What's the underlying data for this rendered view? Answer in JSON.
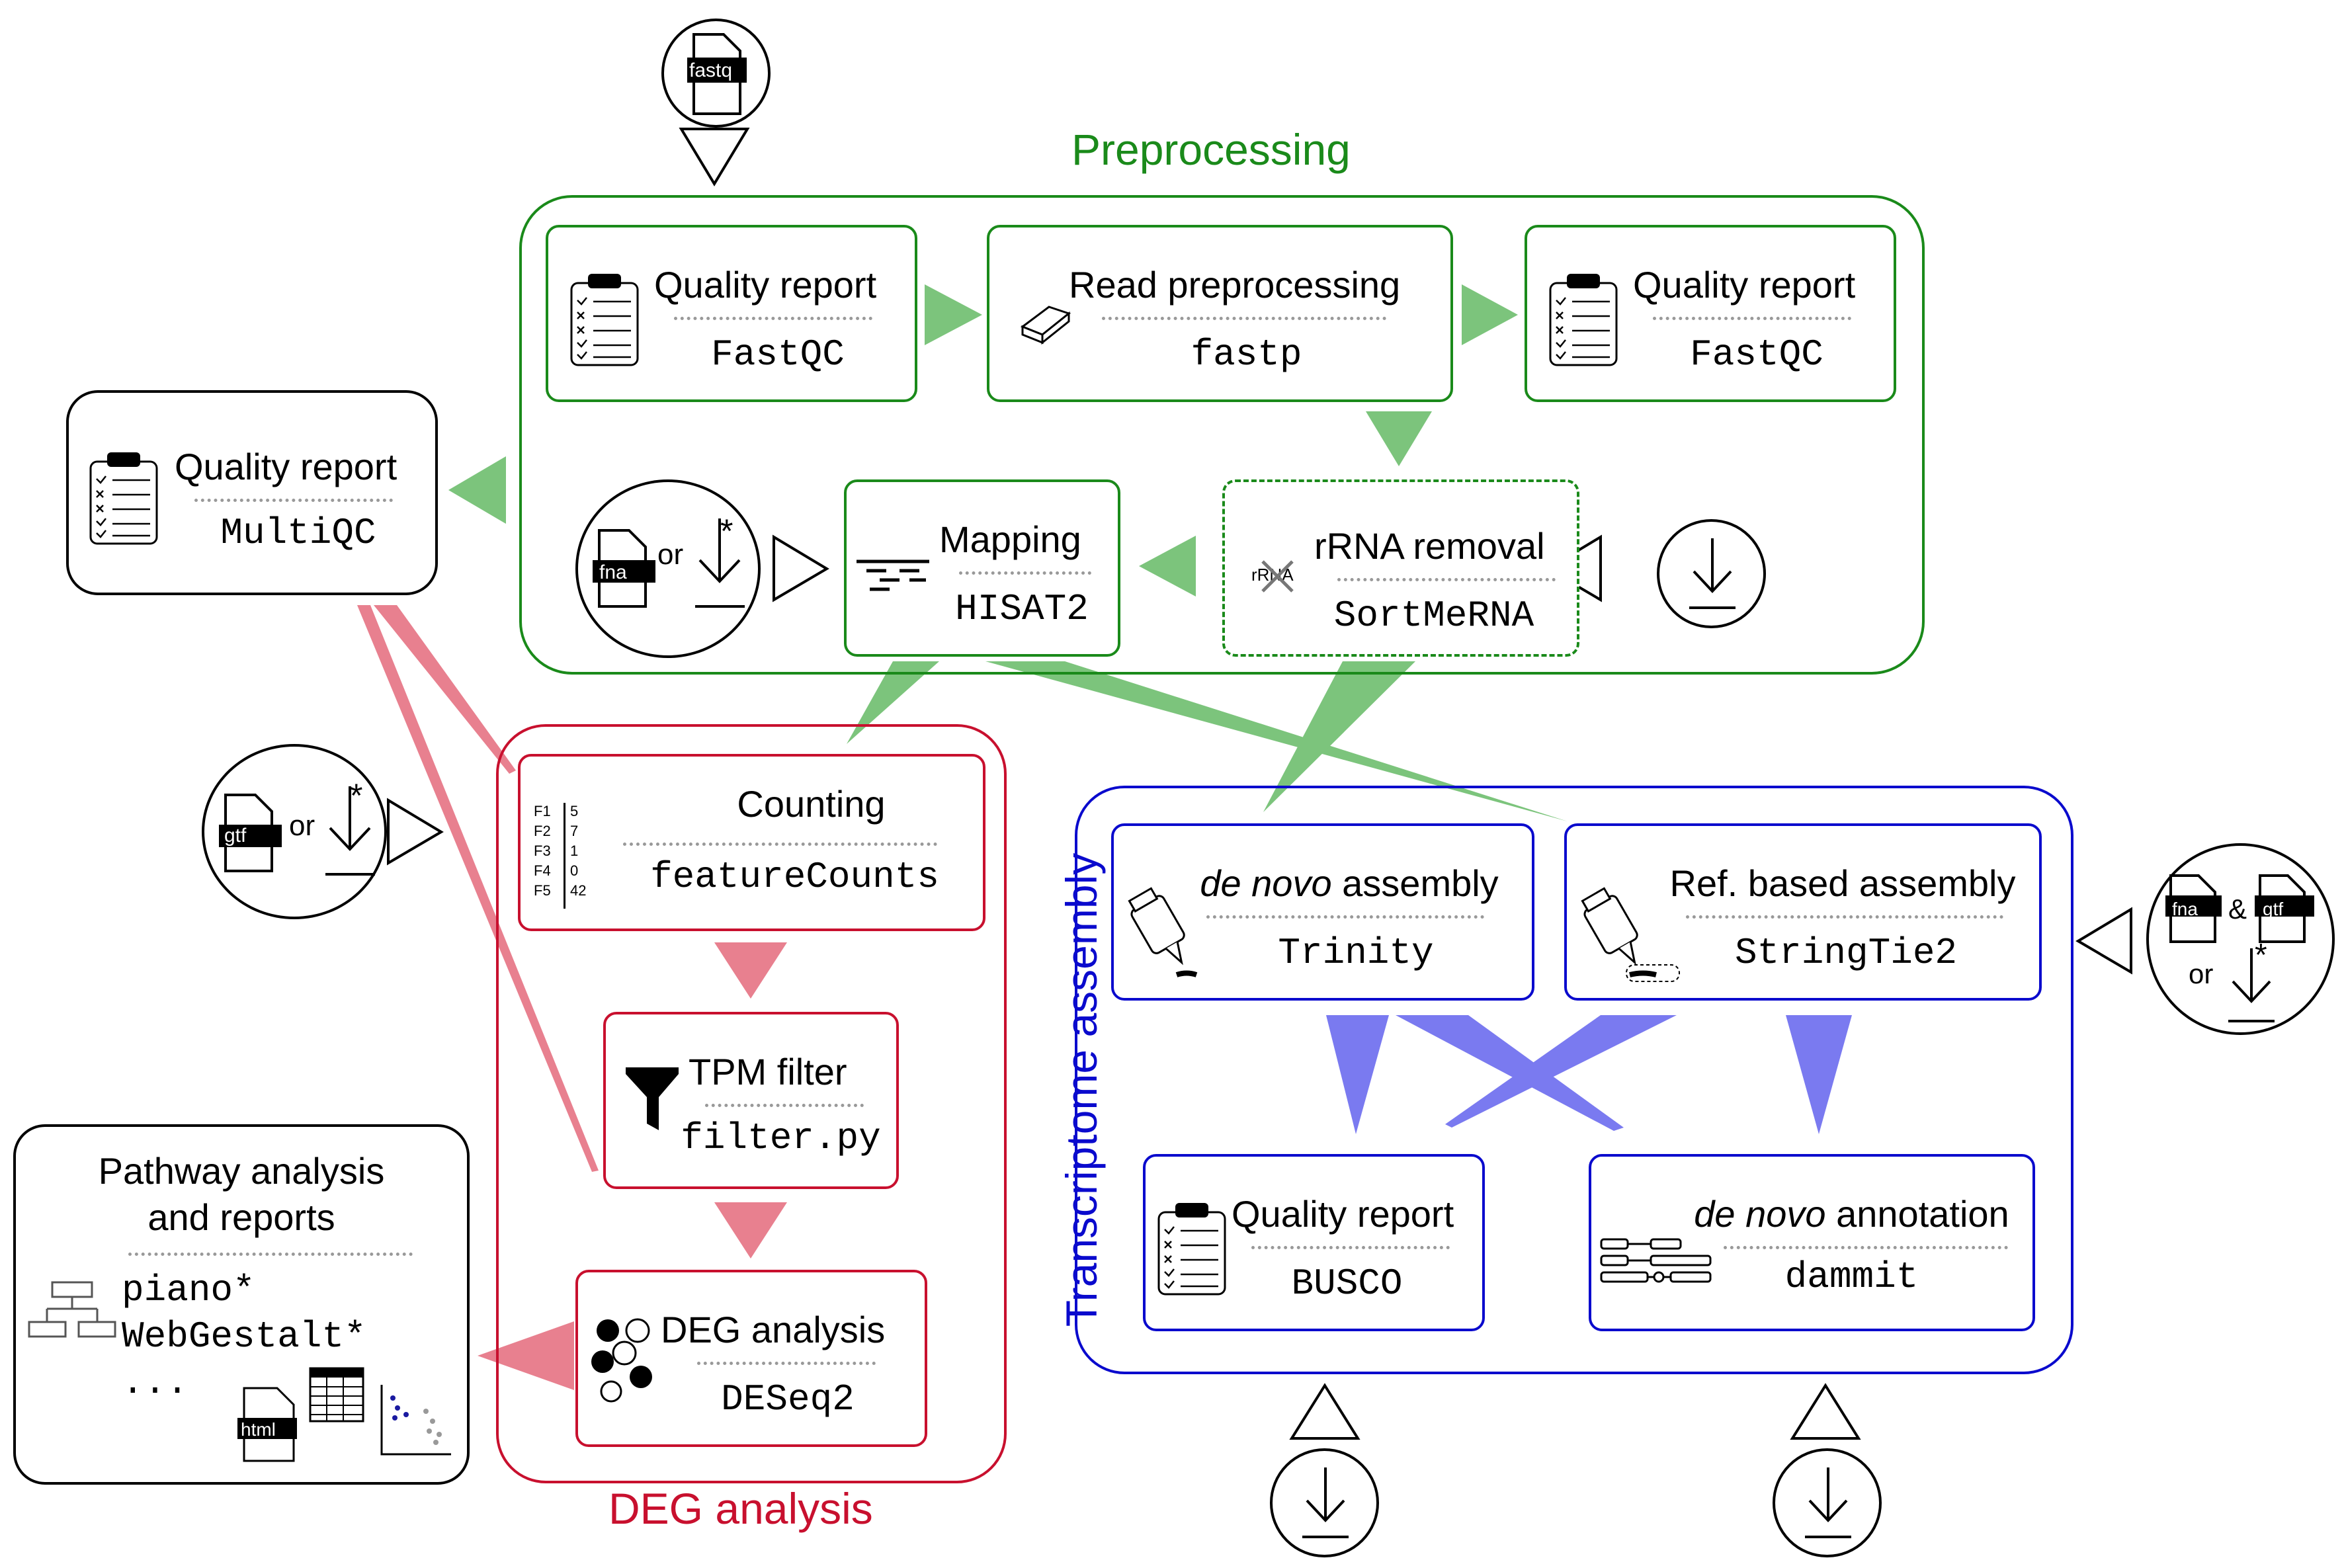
{
  "sections": {
    "preprocessing": "Preprocessing",
    "deg": "DEG analysis",
    "transcriptome": "Transcriptome assembly"
  },
  "steps": {
    "fastqc1": {
      "title": "Quality report",
      "tool": "FastQC"
    },
    "fastp": {
      "title": "Read preprocessing",
      "tool": "fastp"
    },
    "fastqc2": {
      "title": "Quality report",
      "tool": "FastQC"
    },
    "multiqc": {
      "title": "Quality report",
      "tool": "MultiQC"
    },
    "hisat2": {
      "title": "Mapping",
      "tool": "HISAT2"
    },
    "sortmerna": {
      "title": "rRNA removal",
      "tool": "SortMeRNA"
    },
    "counting": {
      "title": "Counting",
      "tool": "featureCounts"
    },
    "tpm": {
      "title": "TPM filter",
      "tool": "filter.py"
    },
    "deseq2": {
      "title": "DEG analysis",
      "tool": "DESeq2"
    },
    "pathway": {
      "title_line1": "Pathway analysis",
      "title_line2": "and reports",
      "tools": [
        "piano*",
        "WebGestalt*",
        "..."
      ]
    },
    "trinity": {
      "title_em": "de novo",
      "title_rest": " assembly",
      "tool": "Trinity"
    },
    "stringtie": {
      "title": "Ref. based assembly",
      "tool": "StringTie2"
    },
    "busco": {
      "title": "Quality report",
      "tool": "BUSCO"
    },
    "dammit": {
      "title_em": "de novo",
      "title_rest": " annotation",
      "tool": "dammit"
    }
  },
  "labels": {
    "fastq": "fastq",
    "fna": "fna",
    "gtf": "gtf",
    "or": "or",
    "amp": "&",
    "star": "*",
    "rrna": "rRNA",
    "html": "html",
    "counts": [
      {
        "f": "F1",
        "v": "5"
      },
      {
        "f": "F2",
        "v": "7"
      },
      {
        "f": "F3",
        "v": "1"
      },
      {
        "f": "F4",
        "v": "0"
      },
      {
        "f": "F5",
        "v": "42"
      }
    ]
  },
  "colors": {
    "green": "#1a8a1a",
    "green_arrow": "#7cc47c",
    "red": "#c8102e",
    "red_arrow": "#e8808f",
    "blue": "#0a0acd",
    "blue_arrow": "#7a7af0"
  }
}
